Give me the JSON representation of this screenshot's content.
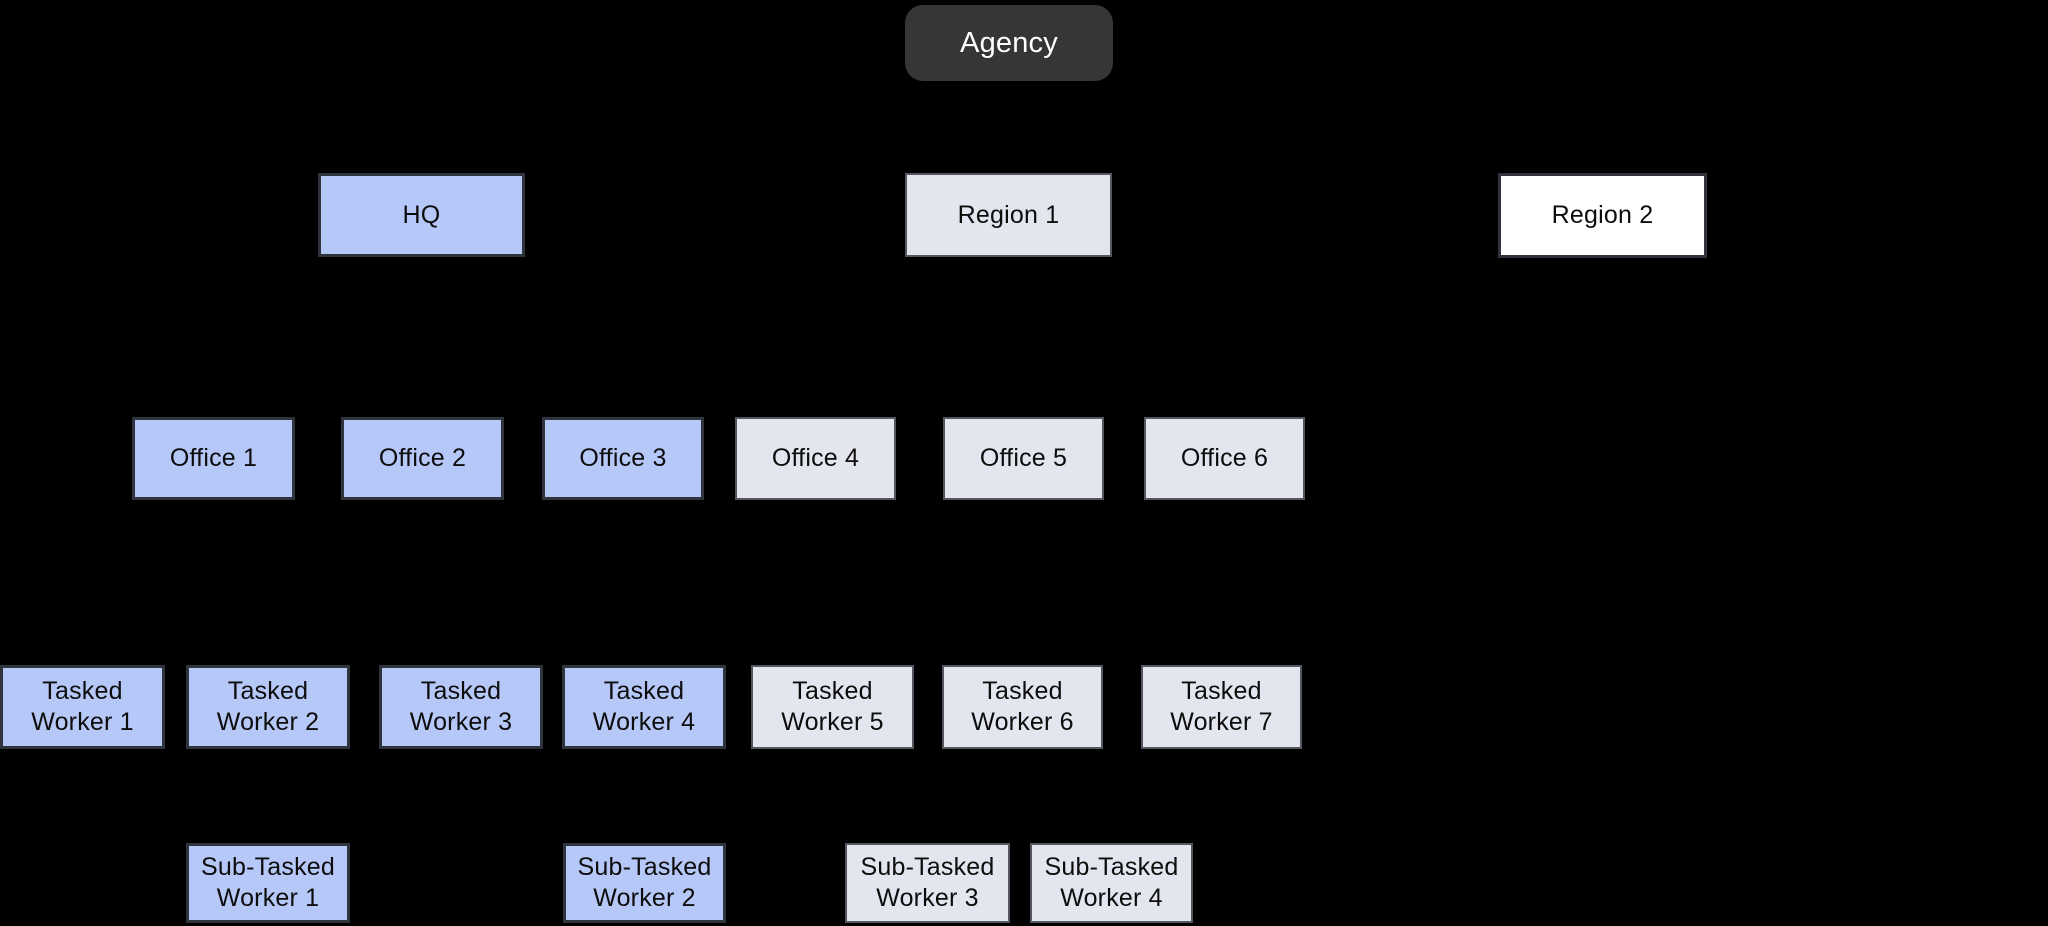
{
  "diagram": {
    "type": "org-chart",
    "background": "#000000",
    "palette": {
      "root_fill": "#363636",
      "root_text": "#ffffff",
      "blue_fill": "#b6c8f8",
      "blue_border": "#2f333c",
      "gray_fill": "#e3e6ef",
      "gray_border": "#54575f",
      "white_fill": "#ffffff",
      "white_border": "#30333b",
      "node_text": "#0d0d0d"
    },
    "levels": [
      {
        "name": "root",
        "node_labels": [
          "Agency"
        ]
      },
      {
        "name": "divisions",
        "node_labels": [
          "HQ",
          "Region 1",
          "Region 2"
        ]
      },
      {
        "name": "offices",
        "node_labels": [
          "Office 1",
          "Office 2",
          "Office 3",
          "Office 4",
          "Office 5",
          "Office 6"
        ]
      },
      {
        "name": "tasked-workers",
        "node_labels": [
          "Tasked Worker 1",
          "Tasked Worker 2",
          "Tasked Worker 3",
          "Tasked Worker 4",
          "Tasked Worker 5",
          "Tasked Worker 6",
          "Tasked Worker 7"
        ]
      },
      {
        "name": "sub-tasked-workers",
        "node_labels": [
          "Sub-Tasked Worker 1",
          "Sub-Tasked Worker 2",
          "Sub-Tasked Worker 3",
          "Sub-Tasked Worker 4"
        ]
      }
    ],
    "nodes": [
      {
        "id": "agency",
        "label": "Agency",
        "variant": "dark"
      },
      {
        "id": "hq",
        "label": "HQ",
        "variant": "blue"
      },
      {
        "id": "region1",
        "label": "Region 1",
        "variant": "gray"
      },
      {
        "id": "region2",
        "label": "Region 2",
        "variant": "white"
      },
      {
        "id": "office1",
        "label": "Office 1",
        "variant": "blue"
      },
      {
        "id": "office2",
        "label": "Office 2",
        "variant": "blue"
      },
      {
        "id": "office3",
        "label": "Office 3",
        "variant": "blue"
      },
      {
        "id": "office4",
        "label": "Office 4",
        "variant": "gray"
      },
      {
        "id": "office5",
        "label": "Office 5",
        "variant": "gray"
      },
      {
        "id": "office6",
        "label": "Office 6",
        "variant": "gray"
      },
      {
        "id": "tw1",
        "label": "Tasked Worker 1",
        "variant": "blue"
      },
      {
        "id": "tw2",
        "label": "Tasked Worker 2",
        "variant": "blue"
      },
      {
        "id": "tw3",
        "label": "Tasked Worker 3",
        "variant": "blue"
      },
      {
        "id": "tw4",
        "label": "Tasked Worker 4",
        "variant": "blue"
      },
      {
        "id": "tw5",
        "label": "Tasked Worker 5",
        "variant": "gray"
      },
      {
        "id": "tw6",
        "label": "Tasked Worker 6",
        "variant": "gray"
      },
      {
        "id": "tw7",
        "label": "Tasked Worker 7",
        "variant": "gray"
      },
      {
        "id": "stw1",
        "label": "Sub-Tasked Worker 1",
        "variant": "blue"
      },
      {
        "id": "stw2",
        "label": "Sub-Tasked Worker 2",
        "variant": "blue"
      },
      {
        "id": "stw3",
        "label": "Sub-Tasked Worker 3",
        "variant": "gray"
      },
      {
        "id": "stw4",
        "label": "Sub-Tasked Worker 4",
        "variant": "gray"
      }
    ]
  }
}
